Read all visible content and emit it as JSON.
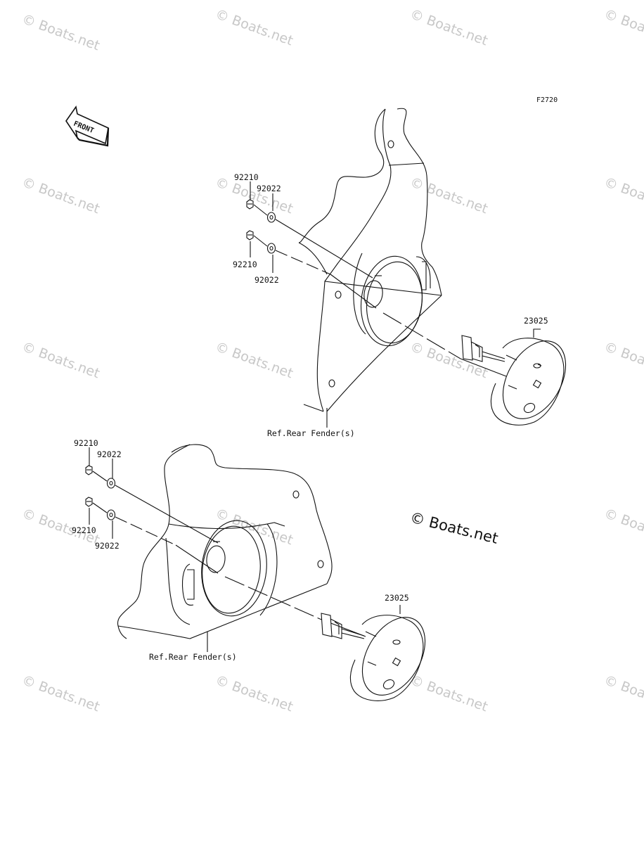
{
  "figure_code": "F2720",
  "front_label": "FRONT",
  "watermark_text": "© Boats.net",
  "copyright_text": "© Boats.net",
  "upper_assembly": {
    "nut_top": "92210",
    "washer_top": "92022",
    "nut_bottom": "92210",
    "washer_bottom": "92022",
    "speaker": "23025",
    "ref": "Ref.Rear Fender(s)"
  },
  "lower_assembly": {
    "nut_top": "92210",
    "washer_top": "92022",
    "nut_bottom": "92210",
    "washer_bottom": "92022",
    "speaker": "23025",
    "ref": "Ref.Rear Fender(s)"
  },
  "colors": {
    "line": "#111111",
    "watermark": "#c8c8c8",
    "background": "#ffffff"
  }
}
